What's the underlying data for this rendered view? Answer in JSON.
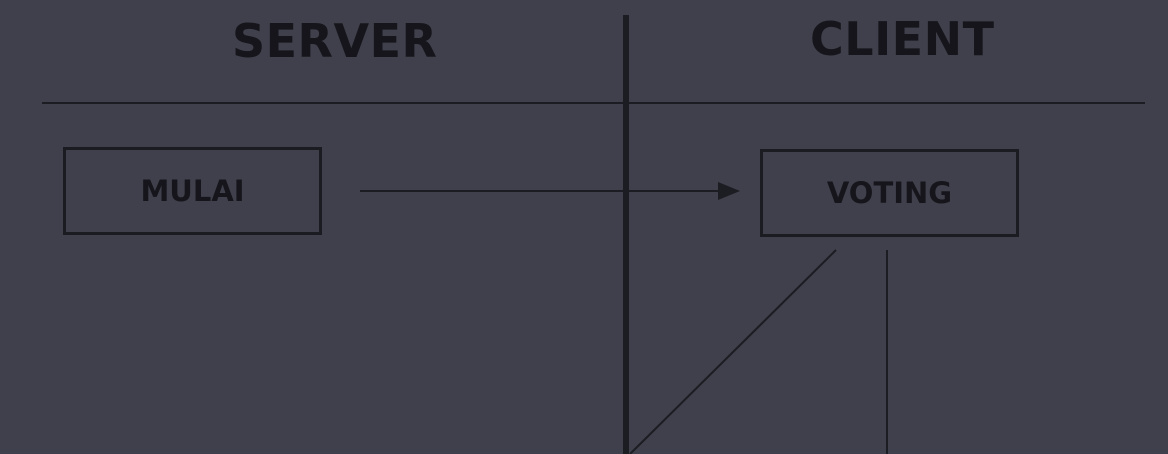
{
  "headings": {
    "server": "SERVER",
    "client": "CLIENT"
  },
  "nodes": {
    "mulai": "MULAI",
    "voting": "VOTING"
  },
  "colors": {
    "background": "#40404c",
    "ink": "#16161c"
  }
}
